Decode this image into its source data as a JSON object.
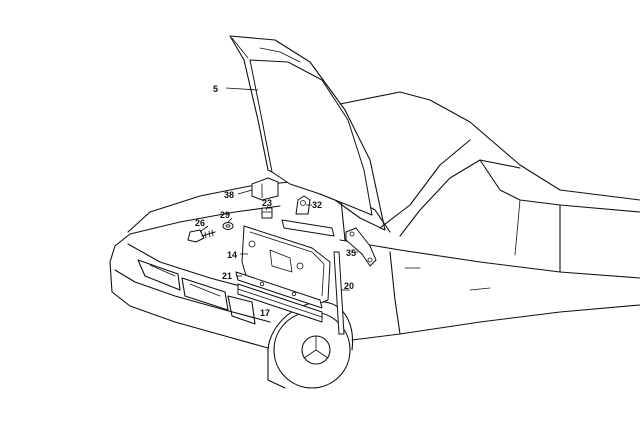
{
  "callouts": [
    {
      "id": "5",
      "label": "5"
    },
    {
      "id": "38",
      "label": "38"
    },
    {
      "id": "23",
      "label": "23"
    },
    {
      "id": "32",
      "label": "32"
    },
    {
      "id": "26",
      "label": "26"
    },
    {
      "id": "29",
      "label": "29"
    },
    {
      "id": "14",
      "label": "14"
    },
    {
      "id": "21",
      "label": "21"
    },
    {
      "id": "17",
      "label": "17"
    },
    {
      "id": "20",
      "label": "20"
    },
    {
      "id": "35",
      "label": "35"
    }
  ],
  "colors": {
    "line": "#111111",
    "background": "#ffffff"
  }
}
